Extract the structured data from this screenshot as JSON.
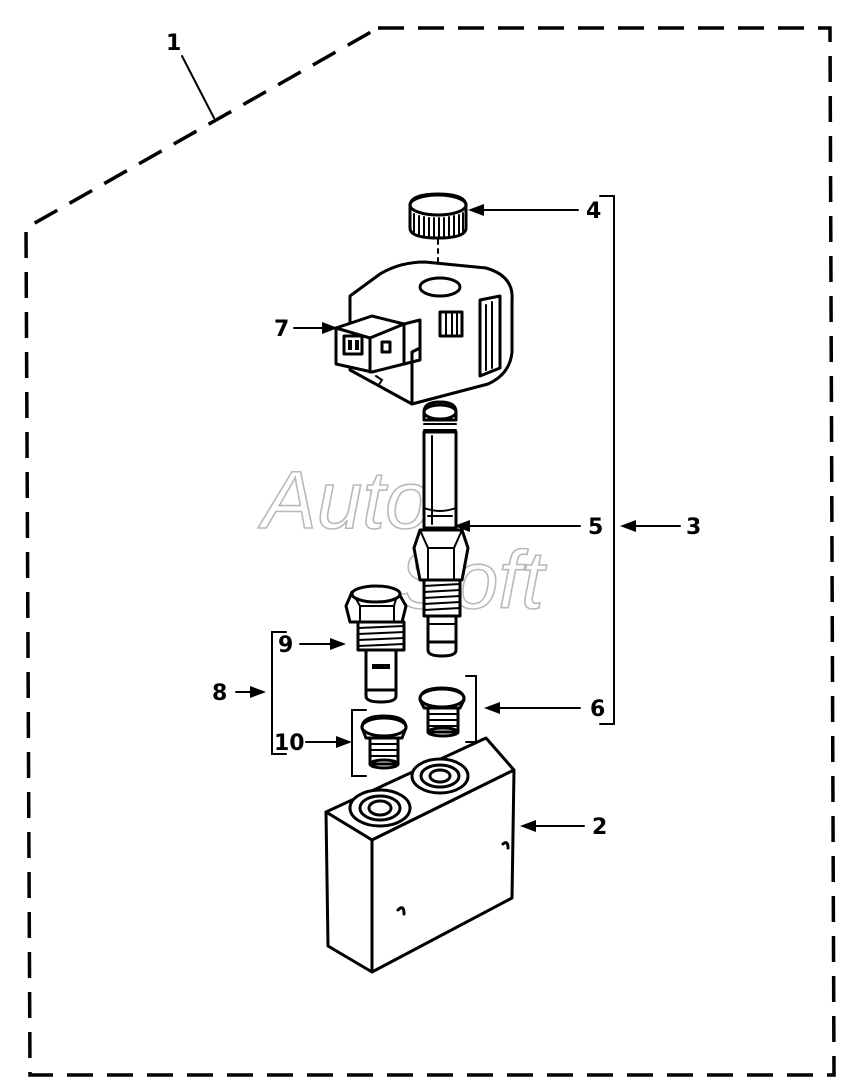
{
  "callouts": {
    "c1": "1",
    "c2": "2",
    "c3": "3",
    "c4": "4",
    "c5": "5",
    "c6": "6",
    "c7": "7",
    "c8": "8",
    "c9": "9",
    "c10": "10"
  },
  "watermark": {
    "line1": "Auto",
    "line2": "Soft"
  },
  "colors": {
    "ink": "#000000",
    "background": "#ffffff",
    "watermark": "#b9b9b9"
  }
}
